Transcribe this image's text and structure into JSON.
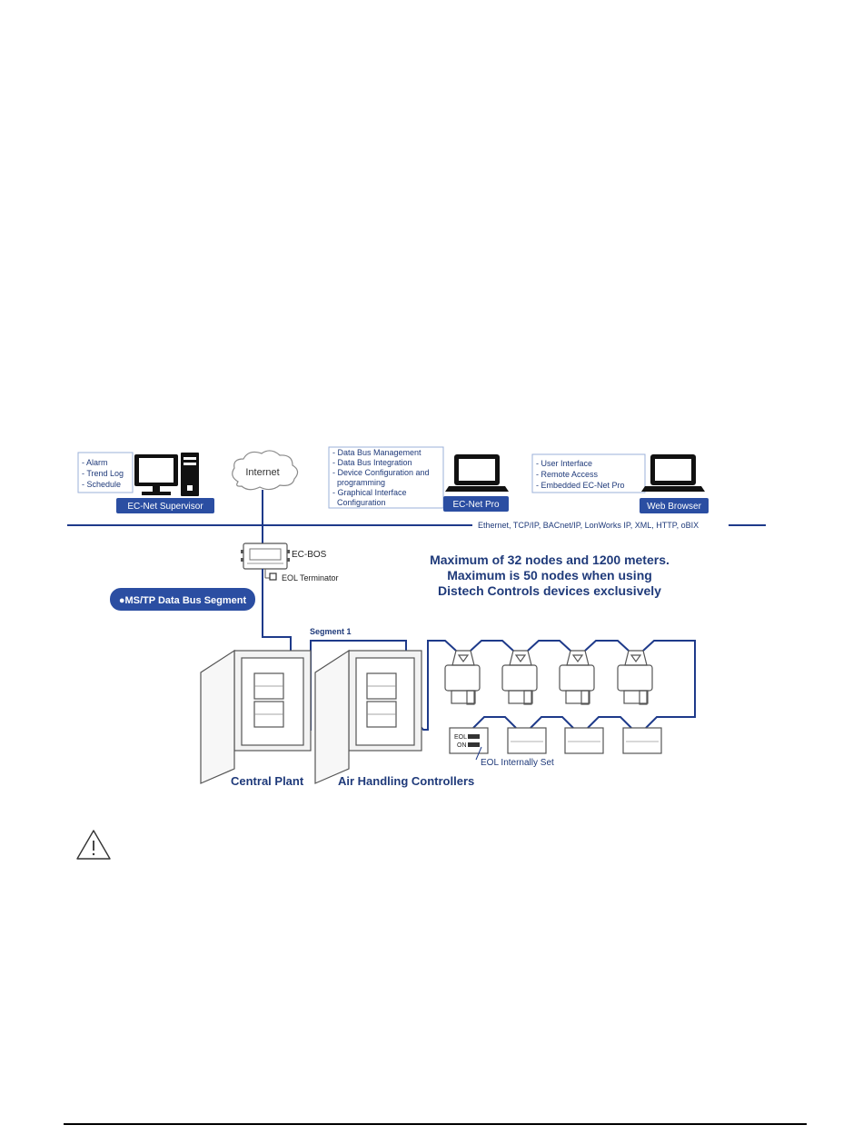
{
  "supervisor": {
    "features": [
      "- Alarm",
      "- Trend Log",
      "- Schedule"
    ],
    "label": "EC-Net  Supervisor"
  },
  "internet": {
    "label": "Internet"
  },
  "pro": {
    "features": [
      "- Data Bus Management",
      "- Data Bus Integration",
      "- Device Configuration and",
      "  programming",
      "- Graphical Interface",
      "  Configuration"
    ],
    "label": "EC-Net  Pro"
  },
  "browser": {
    "features": [
      "- User Interface",
      "- Remote Access",
      "- Embedded EC-Net  Pro"
    ],
    "label": "Web Browser"
  },
  "network": {
    "protocols": "Ethernet, TCP/IP, BACnet/IP, LonWorks IP, XML, HTTP, oBIX"
  },
  "ecbos": {
    "label": "EC-BOS",
    "terminator": "EOL Terminator"
  },
  "segment_badge": {
    "label": "●MS/TP Data Bus Segment"
  },
  "note": {
    "line1": "Maximum of 32 nodes and 1200 meters.",
    "line2": "Maximum is 50 nodes when using",
    "line3": "Distech Controls devices exclusively"
  },
  "segment": {
    "label": "Segment 1"
  },
  "eol": {
    "switch_top": "EOL",
    "switch_bottom": "ON",
    "label": "EOL Internally Set"
  },
  "cabinets": {
    "central": "Central Plant",
    "air": "Air Handling Controllers"
  },
  "colors": {
    "accent": "#2b4ea2",
    "bus": "#1e3a8a",
    "text": "#1f3a7a"
  },
  "icons": [
    "warning-icon"
  ]
}
